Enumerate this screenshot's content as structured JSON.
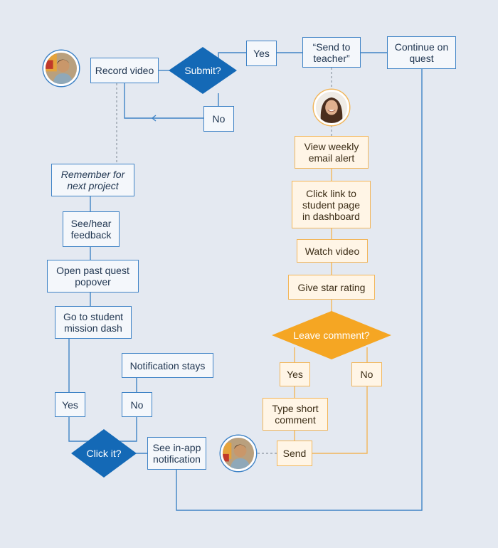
{
  "nodes": {
    "record_video": "Record video",
    "submit": "Submit?",
    "yes_submit": "Yes",
    "send_to_teacher": "“Send to\nteacher”",
    "continue_quest": "Continue on\nquest",
    "no_submit": "No",
    "remember": "Remember for\nnext project",
    "see_hear": "See/hear\nfeedback",
    "open_past": "Open past quest\npopover",
    "go_student": "Go to student\nmission dash",
    "notification_stays": "Notification stays",
    "yes_click": "Yes",
    "no_click": "No",
    "click_it": "Click it?",
    "see_inapp": "See in-app\nnotification",
    "view_weekly": "View weekly\nemail alert",
    "click_link": "Click link to\nstudent page\nin dashboard",
    "watch_video": "Watch video",
    "give_star": "Give star rating",
    "leave_comment": "Leave comment?",
    "yes_comment": "Yes",
    "no_comment": "No",
    "type_short": "Type short\ncomment",
    "send": "Send"
  },
  "avatars": {
    "student_top": "student photo",
    "teacher": "teacher photo",
    "student_bottom": "student photo"
  },
  "colors": {
    "background": "#e4e9f1",
    "blue_line": "#3f83c6",
    "diamond_blue": "#1469b6",
    "orange_line": "#f2b65a",
    "diamond_orange": "#f5a623",
    "dashed": "#9aa3ad"
  }
}
